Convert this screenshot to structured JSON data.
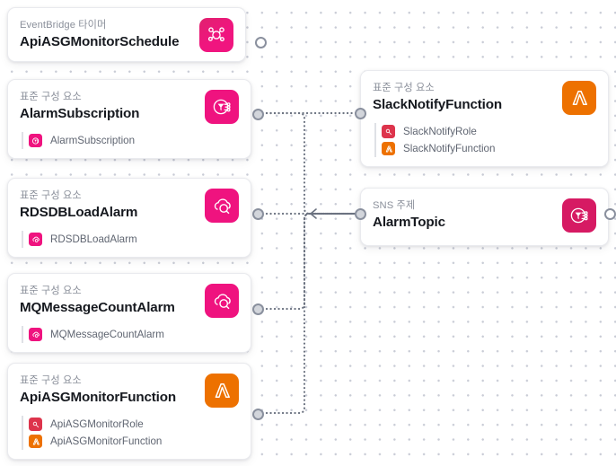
{
  "canvas": {
    "grid_dot_color": "#c9ccd6",
    "background": "#ffffff"
  },
  "palette": {
    "eventbridge_pink": "#e0216e",
    "sns_pink": "#d61a63",
    "cloudwatch_pink": "#ef137f",
    "lambda_orange": "#ed7100",
    "iam_red": "#dd344c",
    "port_stroke": "#8a909e",
    "port_fill": "#d2d5db",
    "type_label": "#8a8f9a",
    "name_label": "#16191f",
    "child_label": "#5f6571"
  },
  "nodes": [
    {
      "id": "api-asg-monitor-schedule",
      "type_label": "EventBridge 타이머",
      "name": "ApiASGMonitorSchedule",
      "icon": "eventbridge-scheduler-icon",
      "icon_class": "ic-pink",
      "children": [],
      "ports": {
        "right": "open"
      }
    },
    {
      "id": "alarm-subscription",
      "type_label": "표준 구성 요소",
      "name": "AlarmSubscription",
      "icon": "sns-subscription-icon",
      "icon_class": "ic-pink2",
      "children": [
        {
          "label": "AlarmSubscription",
          "icon": "sns-subscription-icon",
          "icon_class": "ci-pink"
        }
      ],
      "ports": {
        "right": "filled"
      }
    },
    {
      "id": "rds-db-load-alarm",
      "type_label": "표준 구성 요소",
      "name": "RDSDBLoadAlarm",
      "icon": "cloudwatch-alarm-icon",
      "icon_class": "ic-pink2",
      "children": [
        {
          "label": "RDSDBLoadAlarm",
          "icon": "cloudwatch-alarm-icon",
          "icon_class": "ci-pink"
        }
      ],
      "ports": {
        "right": "filled"
      }
    },
    {
      "id": "mq-message-count-alarm",
      "type_label": "표준 구성 요소",
      "name": "MQMessageCountAlarm",
      "icon": "cloudwatch-alarm-icon",
      "icon_class": "ic-pink2",
      "children": [
        {
          "label": "MQMessageCountAlarm",
          "icon": "cloudwatch-alarm-icon",
          "icon_class": "ci-pink"
        }
      ],
      "ports": {
        "right": "filled"
      }
    },
    {
      "id": "api-asg-monitor-function",
      "type_label": "표준 구성 요소",
      "name": "ApiASGMonitorFunction",
      "icon": "lambda-icon",
      "icon_class": "ic-orange",
      "children": [
        {
          "label": "ApiASGMonitorRole",
          "icon": "iam-role-icon",
          "icon_class": "ci-red"
        },
        {
          "label": "ApiASGMonitorFunction",
          "icon": "lambda-icon",
          "icon_class": "ci-orange"
        }
      ],
      "ports": {
        "right": "filled"
      }
    },
    {
      "id": "slack-notify-function",
      "type_label": "표준 구성 요소",
      "name": "SlackNotifyFunction",
      "icon": "lambda-icon",
      "icon_class": "ic-orange",
      "children": [
        {
          "label": "SlackNotifyRole",
          "icon": "iam-role-icon",
          "icon_class": "ci-red"
        },
        {
          "label": "SlackNotifyFunction",
          "icon": "lambda-icon",
          "icon_class": "ci-orange"
        }
      ],
      "ports": {
        "left": "filled"
      }
    },
    {
      "id": "alarm-topic",
      "type_label": "SNS 주제",
      "name": "AlarmTopic",
      "icon": "sns-topic-icon",
      "icon_class": "ic-pink3",
      "children": [],
      "ports": {
        "left": "filled",
        "right": "open"
      }
    }
  ],
  "connections": [
    {
      "from": "alarm-subscription",
      "to": "slack-notify-function"
    },
    {
      "from": "alarm-subscription",
      "to": "alarm-topic"
    },
    {
      "from": "rds-db-load-alarm",
      "to": "alarm-topic"
    },
    {
      "from": "mq-message-count-alarm",
      "to": "alarm-topic"
    },
    {
      "from": "api-asg-monitor-function",
      "to": "alarm-topic"
    }
  ]
}
